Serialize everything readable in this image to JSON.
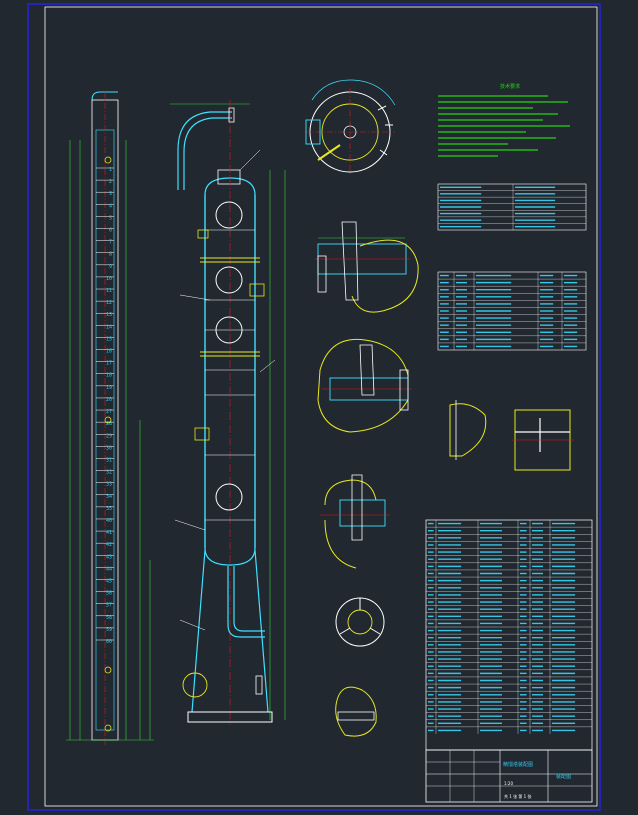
{
  "drawing": {
    "background": "#212830",
    "colors": {
      "frame": "#2222dd",
      "table": "#ffffff",
      "accent_blue": "#3fa9ff",
      "vessel_cyan": "#40e0ff",
      "flange_yellow": "#e8e820",
      "center_red": "#e01818",
      "note_green": "#24d414",
      "dim_green": "#36d436",
      "cell_cyan": "#35c6e6",
      "magenta": "#d040d0"
    },
    "tray_numbers": [
      "1",
      "2",
      "3",
      "4",
      "5",
      "6",
      "7",
      "8",
      "9",
      "10",
      "11",
      "12",
      "13",
      "14",
      "15",
      "16",
      "17",
      "18",
      "19",
      "20",
      "27",
      "28",
      "29",
      "30",
      "31",
      "32",
      "33",
      "34",
      "35",
      "40",
      "41",
      "42",
      "43",
      "44",
      "45",
      "56",
      "57",
      "58",
      "59",
      "60"
    ],
    "notes_title": "技术要求",
    "title_block": {
      "title": "精馏塔装配图",
      "drawing_no": "装配图",
      "scale": "1:20",
      "sheet": "共 1 张  第 1 张"
    }
  }
}
